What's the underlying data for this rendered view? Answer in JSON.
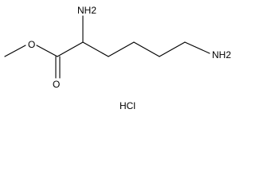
{
  "molecule": {
    "atom_labels": {
      "amine_alpha": "NH2",
      "amine_epsilon": "NH2",
      "ester_oxygen": "O",
      "carbonyl_oxygen": "O"
    },
    "salt": "HCl"
  }
}
